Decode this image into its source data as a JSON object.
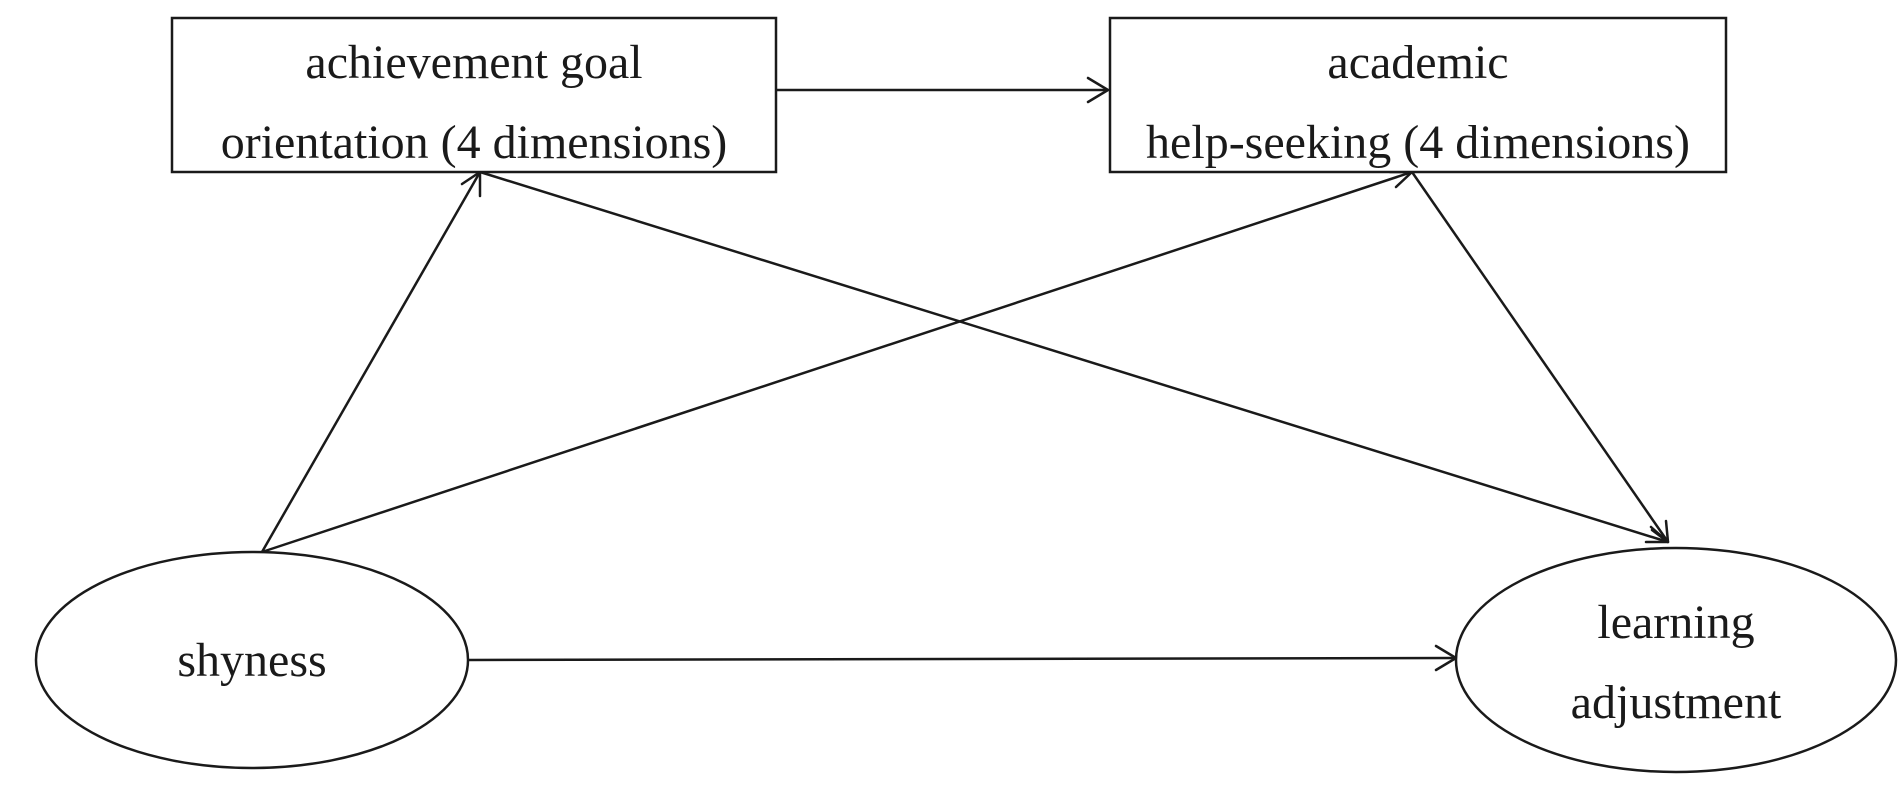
{
  "diagram": {
    "nodes": {
      "goal": {
        "shape": "rectangle",
        "lines": [
          "achievement goal",
          "orientation (4 dimensions)"
        ]
      },
      "help": {
        "shape": "rectangle",
        "lines": [
          "academic",
          "help-seeking (4 dimensions)"
        ]
      },
      "shyness": {
        "shape": "ellipse",
        "lines": [
          "shyness"
        ]
      },
      "learning": {
        "shape": "ellipse",
        "lines": [
          "learning",
          "adjustment"
        ]
      }
    },
    "edges": [
      {
        "from": "goal",
        "to": "help"
      },
      {
        "from": "shyness",
        "to": "goal"
      },
      {
        "from": "shyness",
        "to": "help"
      },
      {
        "from": "goal",
        "to": "learning"
      },
      {
        "from": "help",
        "to": "learning"
      },
      {
        "from": "shyness",
        "to": "learning"
      }
    ],
    "colors": {
      "line": "#1a1a1a",
      "background": "#ffffff"
    }
  }
}
